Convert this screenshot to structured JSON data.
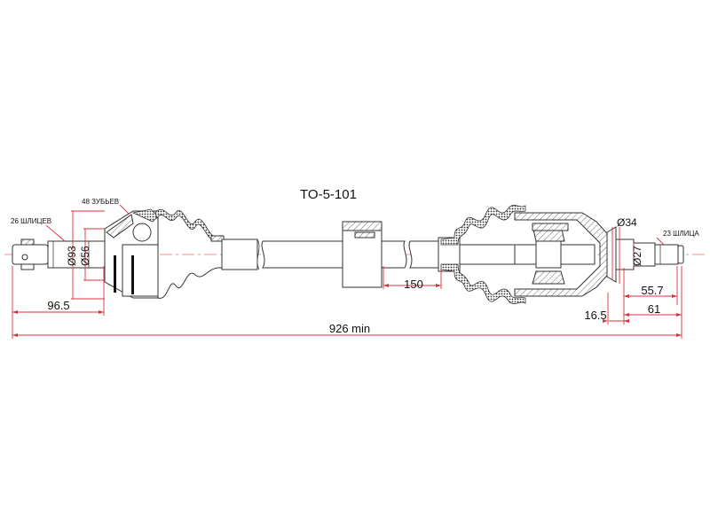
{
  "title": "TO-5-101",
  "labels": {
    "left_splines": "26 ШЛИЦЕВ",
    "abs_teeth": "48 ЗУБЬЕВ",
    "right_splines": "23 ШЛИЦА"
  },
  "dimensions": {
    "d_outer_left": "Ø93",
    "d_inner_left": "Ø56",
    "len_left": "96.5",
    "len_center": "150",
    "d_right_collar": "Ø34",
    "d_right_stub": "Ø27",
    "len_55_7": "55.7",
    "len_61": "61",
    "len_16_5": "16.5",
    "total": "926 min"
  },
  "colors": {
    "dimension": "#d9323c",
    "outline": "#333333"
  }
}
